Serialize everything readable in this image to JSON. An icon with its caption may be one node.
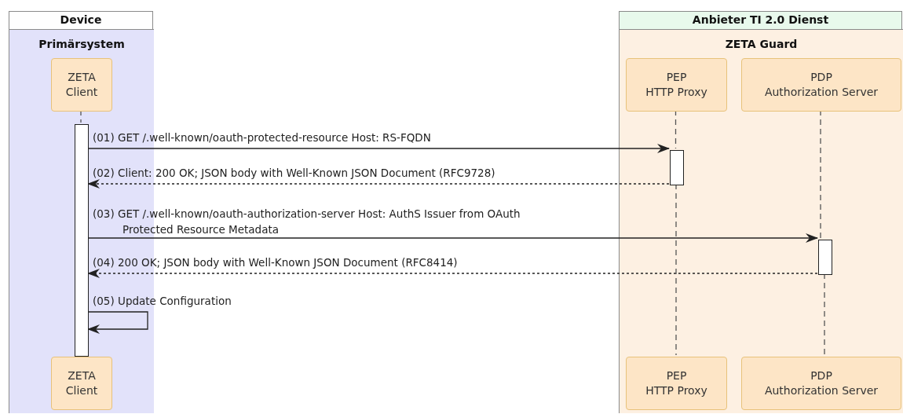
{
  "diagram": {
    "nodes": [
      {
        "text": [
          "Device"
        ]
      },
      {
        "text": [
          "Primärsystem"
        ],
        "in": 0
      },
      {
        "text": [
          "ZETA",
          "Client"
        ],
        "in": 1
      },
      {
        "text": [
          "Anbieter TI 2.0 Dienst"
        ]
      },
      {
        "text": [
          "ZETA Guard"
        ],
        "in": 3
      },
      {
        "text": [
          "PEP",
          "HTTP Proxy"
        ],
        "in": 4
      },
      {
        "text": [
          "PDP",
          "Authorization Server"
        ],
        "in": 4
      },
      {
        "text": [
          "ZETA",
          "Client"
        ],
        "in": 1
      },
      {
        "text": [
          "PEP",
          "HTTP Proxy"
        ],
        "in": 4
      },
      {
        "text": [
          "PDP",
          "Authorization Server"
        ],
        "in": 4
      },
      {
        "text": [],
        "shape": "bar",
        "in": 1
      },
      {
        "text": [],
        "shape": "bar",
        "in": 4
      },
      {
        "text": [],
        "shape": "bar",
        "in": 4
      }
    ],
    "edges": [
      {
        "from": 10,
        "to": 11,
        "arrow": "to",
        "label": "(01) GET /.well-known/oauth-protected-resource Host: RS-FQDN"
      },
      {
        "from": 11,
        "to": 10,
        "arrow": "to",
        "style": "dashed",
        "label": "(02) Client: 200 OK; JSON body with Well-Known JSON Document (RFC9728)"
      },
      {
        "from": 10,
        "to": 12,
        "arrow": "to",
        "label": "(03) GET /.well-known/oauth-authorization-server Host: AuthS Issuer from OAuth Protected Resource Metadata"
      },
      {
        "from": 12,
        "to": 10,
        "arrow": "to",
        "style": "dashed",
        "label": "(04) 200 OK; JSON body with Well-Known JSON Document (RFC8414)"
      },
      {
        "from": 10,
        "to": 10,
        "arrow": "to",
        "label": "(05) Update Configuration"
      },
      {
        "from": 2,
        "to": 10,
        "arrow": "none",
        "style": "dashed"
      },
      {
        "from": 5,
        "to": 11,
        "arrow": "none",
        "style": "dashed"
      },
      {
        "from": 11,
        "to": 8,
        "arrow": "none",
        "style": "dashed"
      },
      {
        "from": 6,
        "to": 12,
        "arrow": "none",
        "style": "dashed"
      },
      {
        "from": 12,
        "to": 9,
        "arrow": "none",
        "style": "dashed"
      }
    ]
  }
}
